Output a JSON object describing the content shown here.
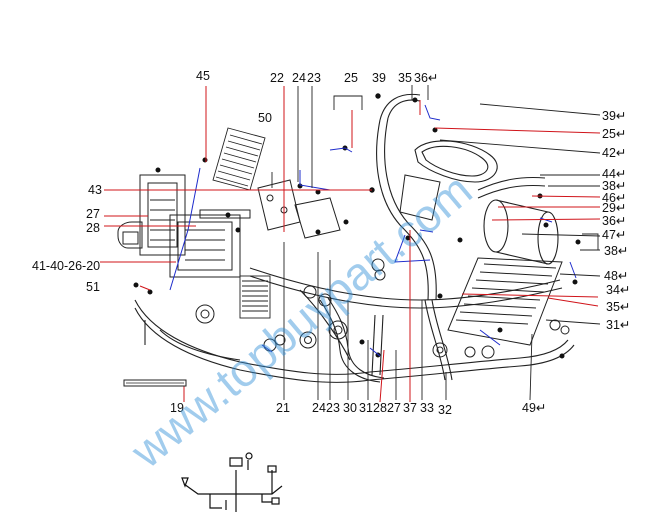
{
  "watermark": "www.topbuypart.com",
  "colors": {
    "callout_red": "#d0141a",
    "callout_blue": "#1e2ccc",
    "line": "#222222",
    "watermark": "#2f8fd6"
  },
  "callouts": [
    {
      "id": "c45",
      "text": "45"
    },
    {
      "id": "c22",
      "text": "22"
    },
    {
      "id": "c24a",
      "text": "24"
    },
    {
      "id": "c23a",
      "text": "23"
    },
    {
      "id": "c25a",
      "text": "25"
    },
    {
      "id": "c39a",
      "text": "39"
    },
    {
      "id": "c35",
      "text": "35"
    },
    {
      "id": "c36a",
      "text": "36↵"
    },
    {
      "id": "c50",
      "text": "50"
    },
    {
      "id": "c39b",
      "text": "39↵"
    },
    {
      "id": "c25b",
      "text": "25↵"
    },
    {
      "id": "c42",
      "text": "42↵"
    },
    {
      "id": "c44",
      "text": "44↵"
    },
    {
      "id": "c43",
      "text": "43"
    },
    {
      "id": "c38a",
      "text": "38↵"
    },
    {
      "id": "c46",
      "text": "46↵"
    },
    {
      "id": "c29",
      "text": "29↵"
    },
    {
      "id": "c27a",
      "text": "27"
    },
    {
      "id": "c36b",
      "text": "36↵"
    },
    {
      "id": "c28a",
      "text": "28"
    },
    {
      "id": "c47",
      "text": "47↵"
    },
    {
      "id": "c38b",
      "text": "38↵"
    },
    {
      "id": "c41",
      "text": "41-40-26-20"
    },
    {
      "id": "c48",
      "text": "48↵"
    },
    {
      "id": "c51",
      "text": "51"
    },
    {
      "id": "c34",
      "text": "34↵"
    },
    {
      "id": "c35b",
      "text": "35↵"
    },
    {
      "id": "c31b",
      "text": "31↵"
    },
    {
      "id": "c19",
      "text": "19"
    },
    {
      "id": "c21",
      "text": "21"
    },
    {
      "id": "c24b",
      "text": "24"
    },
    {
      "id": "c23b",
      "text": "23"
    },
    {
      "id": "c30",
      "text": "30"
    },
    {
      "id": "c31a",
      "text": "31"
    },
    {
      "id": "c28b",
      "text": "28"
    },
    {
      "id": "c27b",
      "text": "27"
    },
    {
      "id": "c37",
      "text": "37"
    },
    {
      "id": "c33",
      "text": "33"
    },
    {
      "id": "c32",
      "text": "32"
    },
    {
      "id": "c49",
      "text": "49↵"
    }
  ]
}
